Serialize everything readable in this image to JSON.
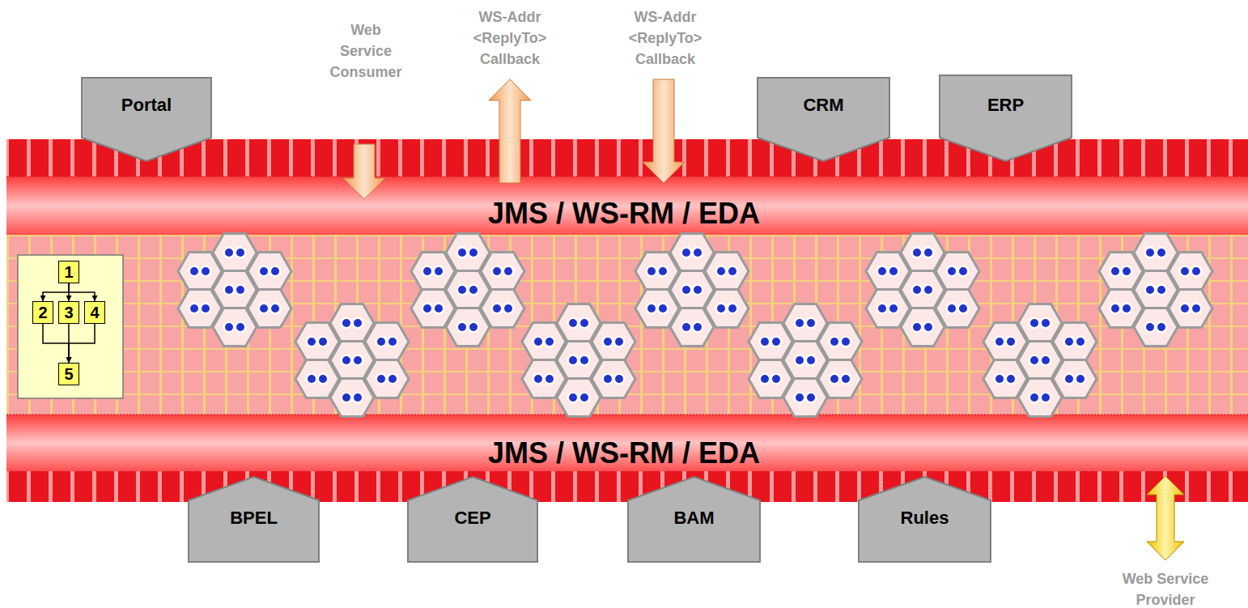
{
  "diagram": {
    "nodes": [
      {
        "text": [
          "Portal"
        ]
      },
      {
        "text": [
          "CRM"
        ]
      },
      {
        "text": [
          "ERP"
        ]
      },
      {
        "text": [
          "JMS / WS-RM / EDA"
        ]
      },
      {
        "text": [
          "1"
        ]
      },
      {
        "text": [
          "2"
        ]
      },
      {
        "text": [
          "3"
        ]
      },
      {
        "text": [
          "4"
        ]
      },
      {
        "text": [
          "5"
        ]
      },
      {
        "text": [
          "JMS / WS-RM / EDA"
        ]
      },
      {
        "text": [
          "BPEL"
        ]
      },
      {
        "text": [
          "CEP"
        ]
      },
      {
        "text": [
          "BAM"
        ]
      },
      {
        "text": [
          "Rules"
        ]
      }
    ],
    "edges": [
      {
        "from": 4,
        "to": 5,
        "arrow": "to"
      },
      {
        "from": 4,
        "to": 6,
        "arrow": "to"
      },
      {
        "from": 4,
        "to": 7,
        "arrow": "to"
      },
      {
        "from": 5,
        "to": 8,
        "arrow": "to"
      },
      {
        "from": 6,
        "to": 8,
        "arrow": "to"
      },
      {
        "from": 7,
        "to": 8,
        "arrow": "to"
      }
    ],
    "labels": [
      "Web Service Consumer",
      "WS-Addr <ReplyTo> Callback",
      "WS-Addr <ReplyTo> Callback",
      "Web Service Provider"
    ]
  }
}
